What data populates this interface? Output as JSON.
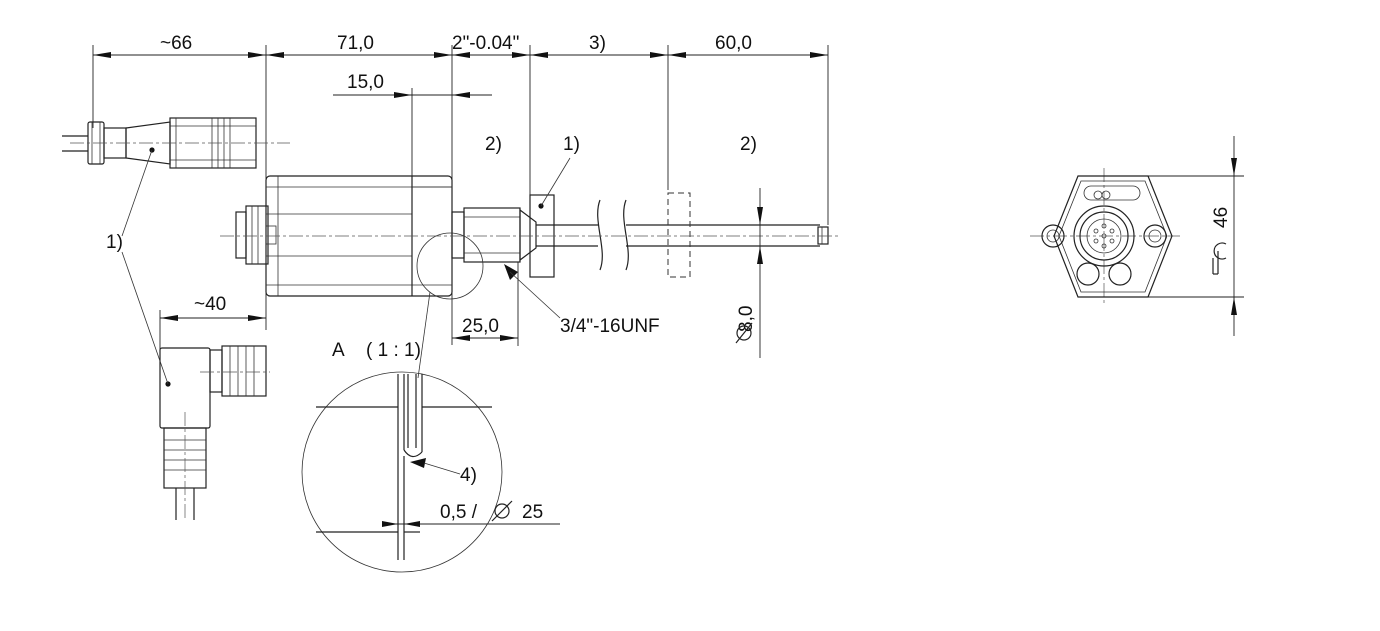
{
  "dimensions": {
    "connector_length": "~66",
    "body_length": "71,0",
    "thread_length": "2\"-0.04\"",
    "stroke_ref": "3)",
    "null_zone": "60,0",
    "flange_width": "15,0",
    "angled_connector_length": "~40",
    "hex_width": "25,0",
    "thread_spec": "3/4\"-16UNF",
    "rod_diameter": "8,0",
    "wrench_size": "46",
    "detail_gap": "0,5 /",
    "detail_diameter": "25"
  },
  "notes": {
    "note1": "1)",
    "note2": "2)",
    "note4": "4)"
  },
  "detail": {
    "label": "A",
    "scale": "( 1 : 1)"
  },
  "symbols": {
    "diameter": "diameter-symbol",
    "wrench": "wrench-icon"
  }
}
